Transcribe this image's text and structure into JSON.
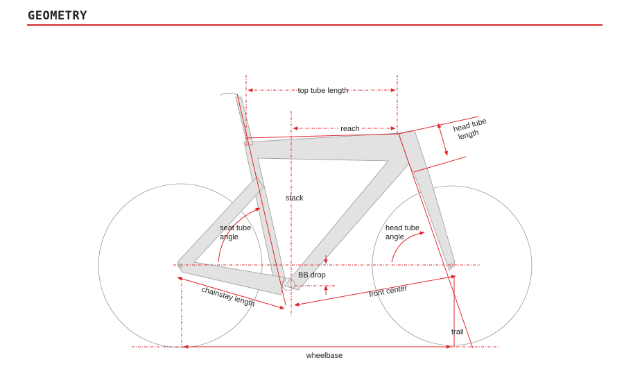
{
  "header": {
    "title": "GEOMETRY"
  },
  "diagram": {
    "labels": {
      "top_tube_length": "top tube length",
      "reach": "reach",
      "head_tube_length_1": "head tube",
      "head_tube_length_2": "length",
      "stack": "stack",
      "seat_tube_angle_1": "seat tube",
      "seat_tube_angle_2": "angle",
      "head_tube_angle_1": "head tube",
      "head_tube_angle_2": "angle",
      "bb_drop": "BB drop",
      "chainstay_length": "chainstay length",
      "front_center": "front center",
      "trail": "trail",
      "wheelbase": "wheelbase"
    },
    "colors": {
      "accent": "#e0262c",
      "frame": "#e2e2e2",
      "outline": "#999999"
    }
  }
}
